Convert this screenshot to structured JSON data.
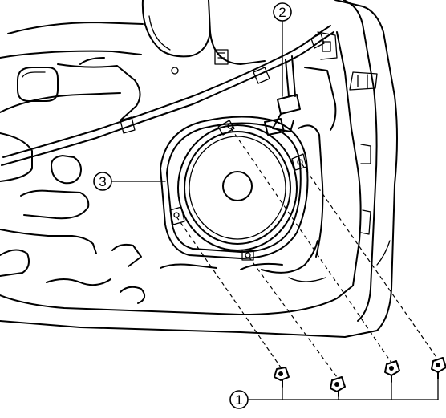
{
  "callouts": [
    {
      "id": "bolt-callout",
      "number": "1"
    },
    {
      "id": "connector-callout",
      "number": "2"
    },
    {
      "id": "speaker-callout",
      "number": "3"
    }
  ]
}
